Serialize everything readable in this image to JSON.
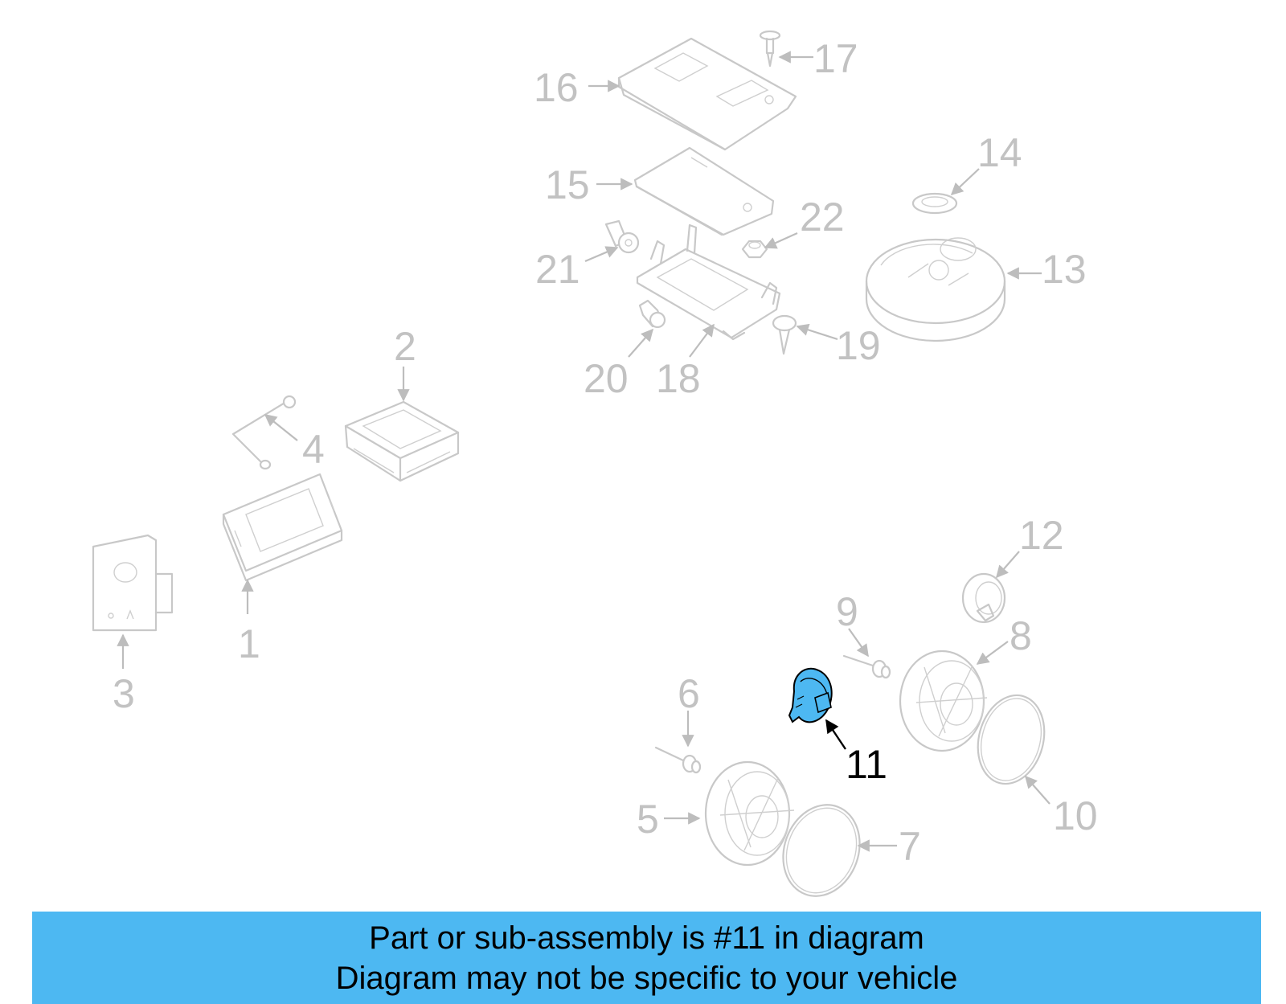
{
  "diagram": {
    "highlight_color": "#4db8f2",
    "line_color": "#c8c8c8",
    "callouts": [
      {
        "id": "1",
        "label": "1"
      },
      {
        "id": "2",
        "label": "2"
      },
      {
        "id": "3",
        "label": "3"
      },
      {
        "id": "4",
        "label": "4"
      },
      {
        "id": "5",
        "label": "5"
      },
      {
        "id": "6",
        "label": "6"
      },
      {
        "id": "7",
        "label": "7"
      },
      {
        "id": "8",
        "label": "8"
      },
      {
        "id": "9",
        "label": "9"
      },
      {
        "id": "10",
        "label": "10"
      },
      {
        "id": "11",
        "label": "11",
        "highlighted": true
      },
      {
        "id": "12",
        "label": "12"
      },
      {
        "id": "13",
        "label": "13"
      },
      {
        "id": "14",
        "label": "14"
      },
      {
        "id": "15",
        "label": "15"
      },
      {
        "id": "16",
        "label": "16"
      },
      {
        "id": "17",
        "label": "17"
      },
      {
        "id": "18",
        "label": "18"
      },
      {
        "id": "19",
        "label": "19"
      },
      {
        "id": "20",
        "label": "20"
      },
      {
        "id": "21",
        "label": "21"
      },
      {
        "id": "22",
        "label": "22"
      }
    ]
  },
  "banner": {
    "line1": "Part or sub-assembly is #11 in diagram",
    "line2": "Diagram may not be specific to your vehicle",
    "background": "#4db8f2"
  }
}
